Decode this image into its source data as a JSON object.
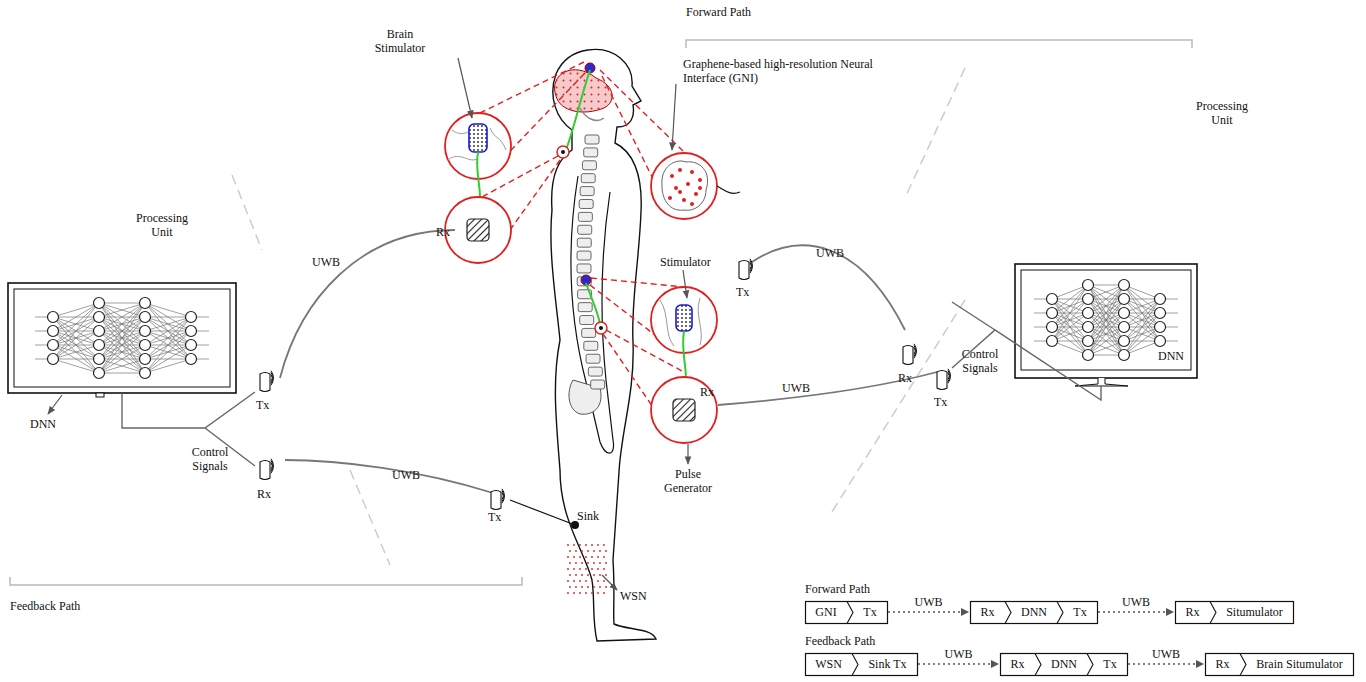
{
  "diagram": {
    "nodes": [
      {
        "text": [
          "GNI"
        ]
      },
      {
        "text": [
          "Tx"
        ]
      },
      {
        "text": [
          "Rx"
        ]
      },
      {
        "text": [
          "DNN"
        ]
      },
      {
        "text": [
          "Tx"
        ]
      },
      {
        "text": [
          "Rx"
        ]
      },
      {
        "text": [
          "Situmulator"
        ]
      },
      {
        "text": [
          "WSN"
        ]
      },
      {
        "text": [
          "Sink Tx"
        ]
      },
      {
        "text": [
          "Rx"
        ]
      },
      {
        "text": [
          "DNN"
        ]
      },
      {
        "text": [
          "Tx"
        ]
      },
      {
        "text": [
          "Rx"
        ]
      },
      {
        "text": [
          "Brain Situmulator"
        ]
      }
    ],
    "edges": [
      {
        "from": 1,
        "to": 2,
        "label": "UWB",
        "arrow": "to"
      },
      {
        "from": 4,
        "to": 5,
        "label": "UWB",
        "arrow": "to"
      },
      {
        "from": 8,
        "to": 9,
        "label": "UWB",
        "arrow": "to"
      },
      {
        "from": 11,
        "to": 12,
        "label": "UWB",
        "arrow": "to"
      }
    ],
    "labels": [
      "Forward Path",
      "Brain Stimulator",
      "Graphene-based high-resolution Neural Interface (GNI)",
      "Processing Unit",
      "UWB",
      "Tx",
      "Rx",
      "DNN",
      "Control Signals",
      "Tx",
      "UWB",
      "Stimulator",
      "Rx",
      "Pulse Generator",
      "Sink",
      "WSN",
      "Tx",
      "UWB",
      "Rx",
      "Control Signals",
      "Tx",
      "DNN",
      "UWB",
      "Processing Unit",
      "Rx",
      "Feedback Path",
      "Forward Path",
      "Feedback Path"
    ]
  }
}
